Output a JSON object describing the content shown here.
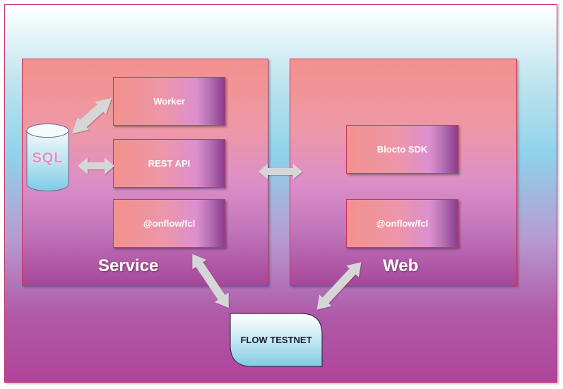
{
  "service": {
    "title": "Service",
    "boxes": [
      "Worker",
      "REST API",
      "@onflow/fcl"
    ]
  },
  "web": {
    "title": "Web",
    "boxes": [
      "Blocto SDK",
      "@onflow/fcl"
    ]
  },
  "database": {
    "label": "SQL"
  },
  "network": {
    "label": "FLOW TESTNET"
  },
  "colors": {
    "box_border": "#c8385e",
    "arrow": "#d6d6d6",
    "panel_top": "#f3918d",
    "panel_bottom": "#a6479a"
  }
}
